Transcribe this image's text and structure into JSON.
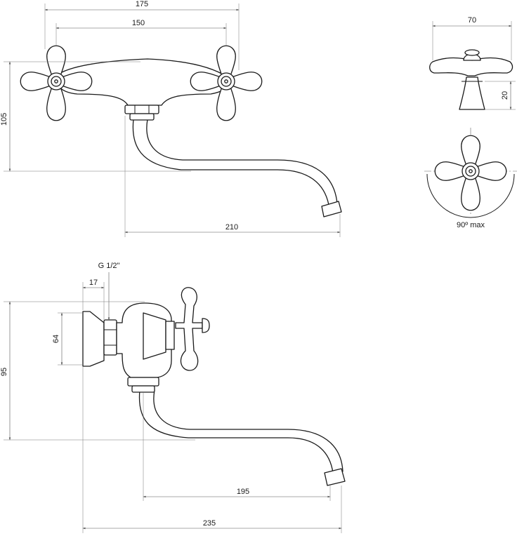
{
  "dimensions": {
    "front_overall_width": "175",
    "front_handle_spacing": "150",
    "front_height": "105",
    "front_spout_reach": "210",
    "knob_width": "70",
    "knob_height": "20",
    "knob_rotation": "90º max",
    "side_thread": "G 1/2\"",
    "side_nut_depth": "17",
    "side_flange": "64",
    "side_height": "95",
    "side_spout_reach": "195",
    "side_overall_depth": "235"
  },
  "colors": {
    "line": "#1a1a1a",
    "dimension": "#555555"
  }
}
